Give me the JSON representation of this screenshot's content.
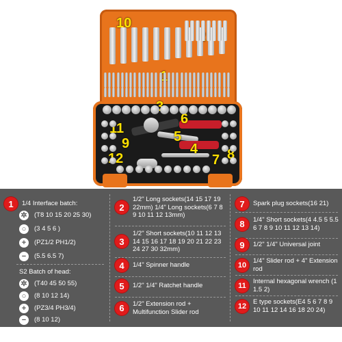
{
  "photo": {
    "labels": [
      "10",
      "2",
      "1",
      "3",
      "6",
      "11",
      "5",
      "9",
      "4",
      "8",
      "7",
      "12"
    ]
  },
  "legend": {
    "item1": {
      "num": "1",
      "title": "1/4 Interface batch:",
      "subs": [
        {
          "icon": "torx-icon",
          "glyph": "✲",
          "text": "(T8 10 15 20 25 30)"
        },
        {
          "icon": "hex-socket-icon",
          "glyph": "○",
          "text": "(3 4 5 6 )"
        },
        {
          "icon": "phillips-icon",
          "glyph": "+",
          "text": "(PZ1/2  PH1/2)"
        },
        {
          "icon": "slotted-icon",
          "glyph": "−",
          "text": "(5.5 6.5 7)"
        }
      ]
    },
    "item1b": {
      "title": "S2 Batch of head:",
      "subs": [
        {
          "icon": "torx-icon",
          "glyph": "✲",
          "text": "(T40 45 50 55)"
        },
        {
          "icon": "hex-socket-icon",
          "glyph": "○",
          "text": "(8 10 12 14)"
        },
        {
          "icon": "phillips-icon",
          "glyph": "+",
          "text": "(PZ3/4  PH3/4)"
        },
        {
          "icon": "slotted-icon",
          "glyph": "−",
          "text": "(8 10 12)"
        }
      ]
    },
    "middle": [
      {
        "num": "2",
        "text": "1/2\" Long sockets(14 15 17 19 22mm)  1/4\" Long sockets(6 7 8 9 10 11 12 13mm)"
      },
      {
        "num": "3",
        "text": "1/2\" Short sockets(10 11 12 13 14 15 16 17 18 19 20 21 22 23 24 27 30 32mm)"
      },
      {
        "num": "4",
        "text": "1/4\" Spinner handle"
      },
      {
        "num": "5",
        "text": "1/2\" 1/4\" Ratchet handle"
      },
      {
        "num": "6",
        "text": "1/2\" Extension rod + Multifunction Slider rod"
      }
    ],
    "right": [
      {
        "num": "7",
        "text": "Spark plug sockets(16 21)"
      },
      {
        "num": "8",
        "text": "1/4\" Short sockets(4 4.5 5 5.5 6 7 8 9 10 11 12 13 14)"
      },
      {
        "num": "9",
        "text": "1/2\" 1/4\" Universal joint"
      },
      {
        "num": "10",
        "text": "1/4\" Slider rod + 4\" Extension rod"
      },
      {
        "num": "11",
        "text": "Internal hexagonal wrench (1 1.5 2)"
      },
      {
        "num": "12",
        "text": "E type sockets(E4 5 6 7 8 9 10 11 12 14 16 18 20 24)"
      }
    ]
  },
  "colors": {
    "case_orange": "#e8741c",
    "legend_bg": "#595959",
    "badge_red": "#e01b1b",
    "label_yellow": "#ffe100"
  }
}
